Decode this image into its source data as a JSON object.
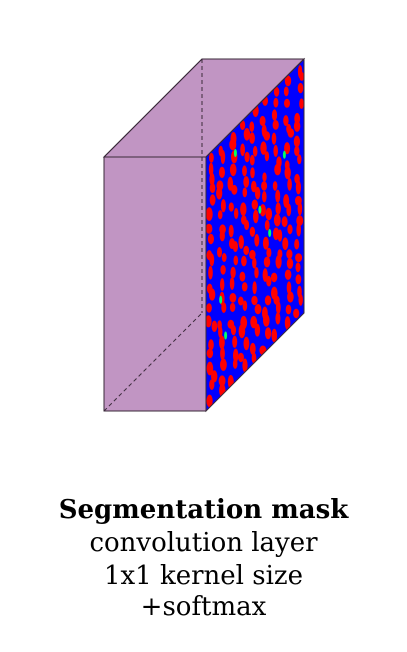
{
  "colors": {
    "block_fill": "#c195c3",
    "block_edge": "#3a2a3a",
    "mask_background": "#0000ff",
    "mask_blob": "#ff0000",
    "mask_accent": "#00ff66"
  },
  "block": {
    "front_face": "block-front-face",
    "side_face": "segmentation-mask-face"
  },
  "caption": {
    "title": "Segmentation mask",
    "line1": "convolution layer",
    "line2": "1x1 kernel size",
    "line3": "+softmax"
  }
}
